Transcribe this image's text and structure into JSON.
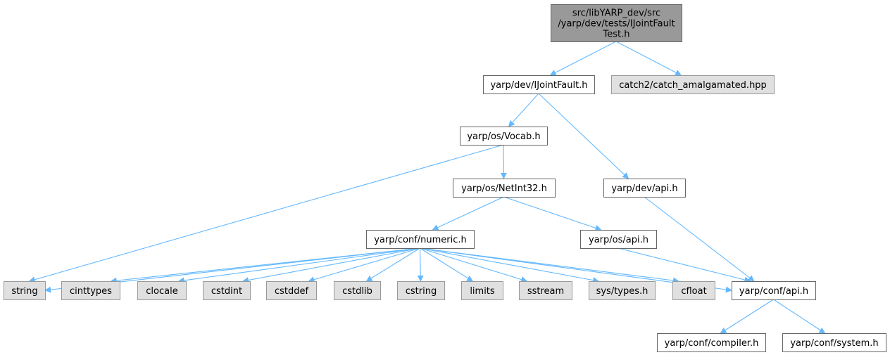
{
  "colors": {
    "edge": "#63b8ff",
    "node_border": "#666666",
    "node_fill_local": "#ffffff",
    "node_fill_system": "#e0e0e0",
    "node_border_system": "#999999",
    "node_fill_root": "#999999",
    "node_border_root": "#666666"
  },
  "nodes": {
    "root": {
      "lines": [
        "src/libYARP_dev/src",
        "/yarp/dev/tests/IJointFault",
        "Test.h"
      ],
      "kind": "root"
    },
    "ijointfault": {
      "lines": [
        "yarp/dev/IJointFault.h"
      ],
      "kind": "local"
    },
    "catch2": {
      "lines": [
        "catch2/catch_amalgamated.hpp"
      ],
      "kind": "system"
    },
    "vocab": {
      "lines": [
        "yarp/os/Vocab.h"
      ],
      "kind": "local"
    },
    "devapi": {
      "lines": [
        "yarp/dev/api.h"
      ],
      "kind": "local"
    },
    "netint32": {
      "lines": [
        "yarp/os/NetInt32.h"
      ],
      "kind": "local"
    },
    "numeric": {
      "lines": [
        "yarp/conf/numeric.h"
      ],
      "kind": "local"
    },
    "osapi": {
      "lines": [
        "yarp/os/api.h"
      ],
      "kind": "local"
    },
    "string": {
      "lines": [
        "string"
      ],
      "kind": "system"
    },
    "cinttypes": {
      "lines": [
        "cinttypes"
      ],
      "kind": "system"
    },
    "clocale": {
      "lines": [
        "clocale"
      ],
      "kind": "system"
    },
    "cstdint": {
      "lines": [
        "cstdint"
      ],
      "kind": "system"
    },
    "cstddef": {
      "lines": [
        "cstddef"
      ],
      "kind": "system"
    },
    "cstdlib": {
      "lines": [
        "cstdlib"
      ],
      "kind": "system"
    },
    "cstring": {
      "lines": [
        "cstring"
      ],
      "kind": "system"
    },
    "limits": {
      "lines": [
        "limits"
      ],
      "kind": "system"
    },
    "sstream": {
      "lines": [
        "sstream"
      ],
      "kind": "system"
    },
    "systypes": {
      "lines": [
        "sys/types.h"
      ],
      "kind": "system"
    },
    "cfloat": {
      "lines": [
        "cfloat"
      ],
      "kind": "system"
    },
    "confapi": {
      "lines": [
        "yarp/conf/api.h"
      ],
      "kind": "local"
    },
    "compiler": {
      "lines": [
        "yarp/conf/compiler.h"
      ],
      "kind": "local"
    },
    "system": {
      "lines": [
        "yarp/conf/system.h"
      ],
      "kind": "local"
    }
  },
  "edges": [
    [
      "root",
      "ijointfault"
    ],
    [
      "root",
      "catch2"
    ],
    [
      "ijointfault",
      "vocab"
    ],
    [
      "ijointfault",
      "devapi"
    ],
    [
      "vocab",
      "string"
    ],
    [
      "vocab",
      "netint32"
    ],
    [
      "netint32",
      "numeric"
    ],
    [
      "netint32",
      "osapi"
    ],
    [
      "numeric",
      "string"
    ],
    [
      "numeric",
      "cinttypes"
    ],
    [
      "numeric",
      "clocale"
    ],
    [
      "numeric",
      "cstdint"
    ],
    [
      "numeric",
      "cstddef"
    ],
    [
      "numeric",
      "cstdlib"
    ],
    [
      "numeric",
      "cstring"
    ],
    [
      "numeric",
      "limits"
    ],
    [
      "numeric",
      "sstream"
    ],
    [
      "numeric",
      "systypes"
    ],
    [
      "numeric",
      "cfloat"
    ],
    [
      "numeric",
      "confapi"
    ],
    [
      "osapi",
      "confapi"
    ],
    [
      "devapi",
      "confapi"
    ],
    [
      "confapi",
      "compiler"
    ],
    [
      "confapi",
      "system"
    ]
  ]
}
